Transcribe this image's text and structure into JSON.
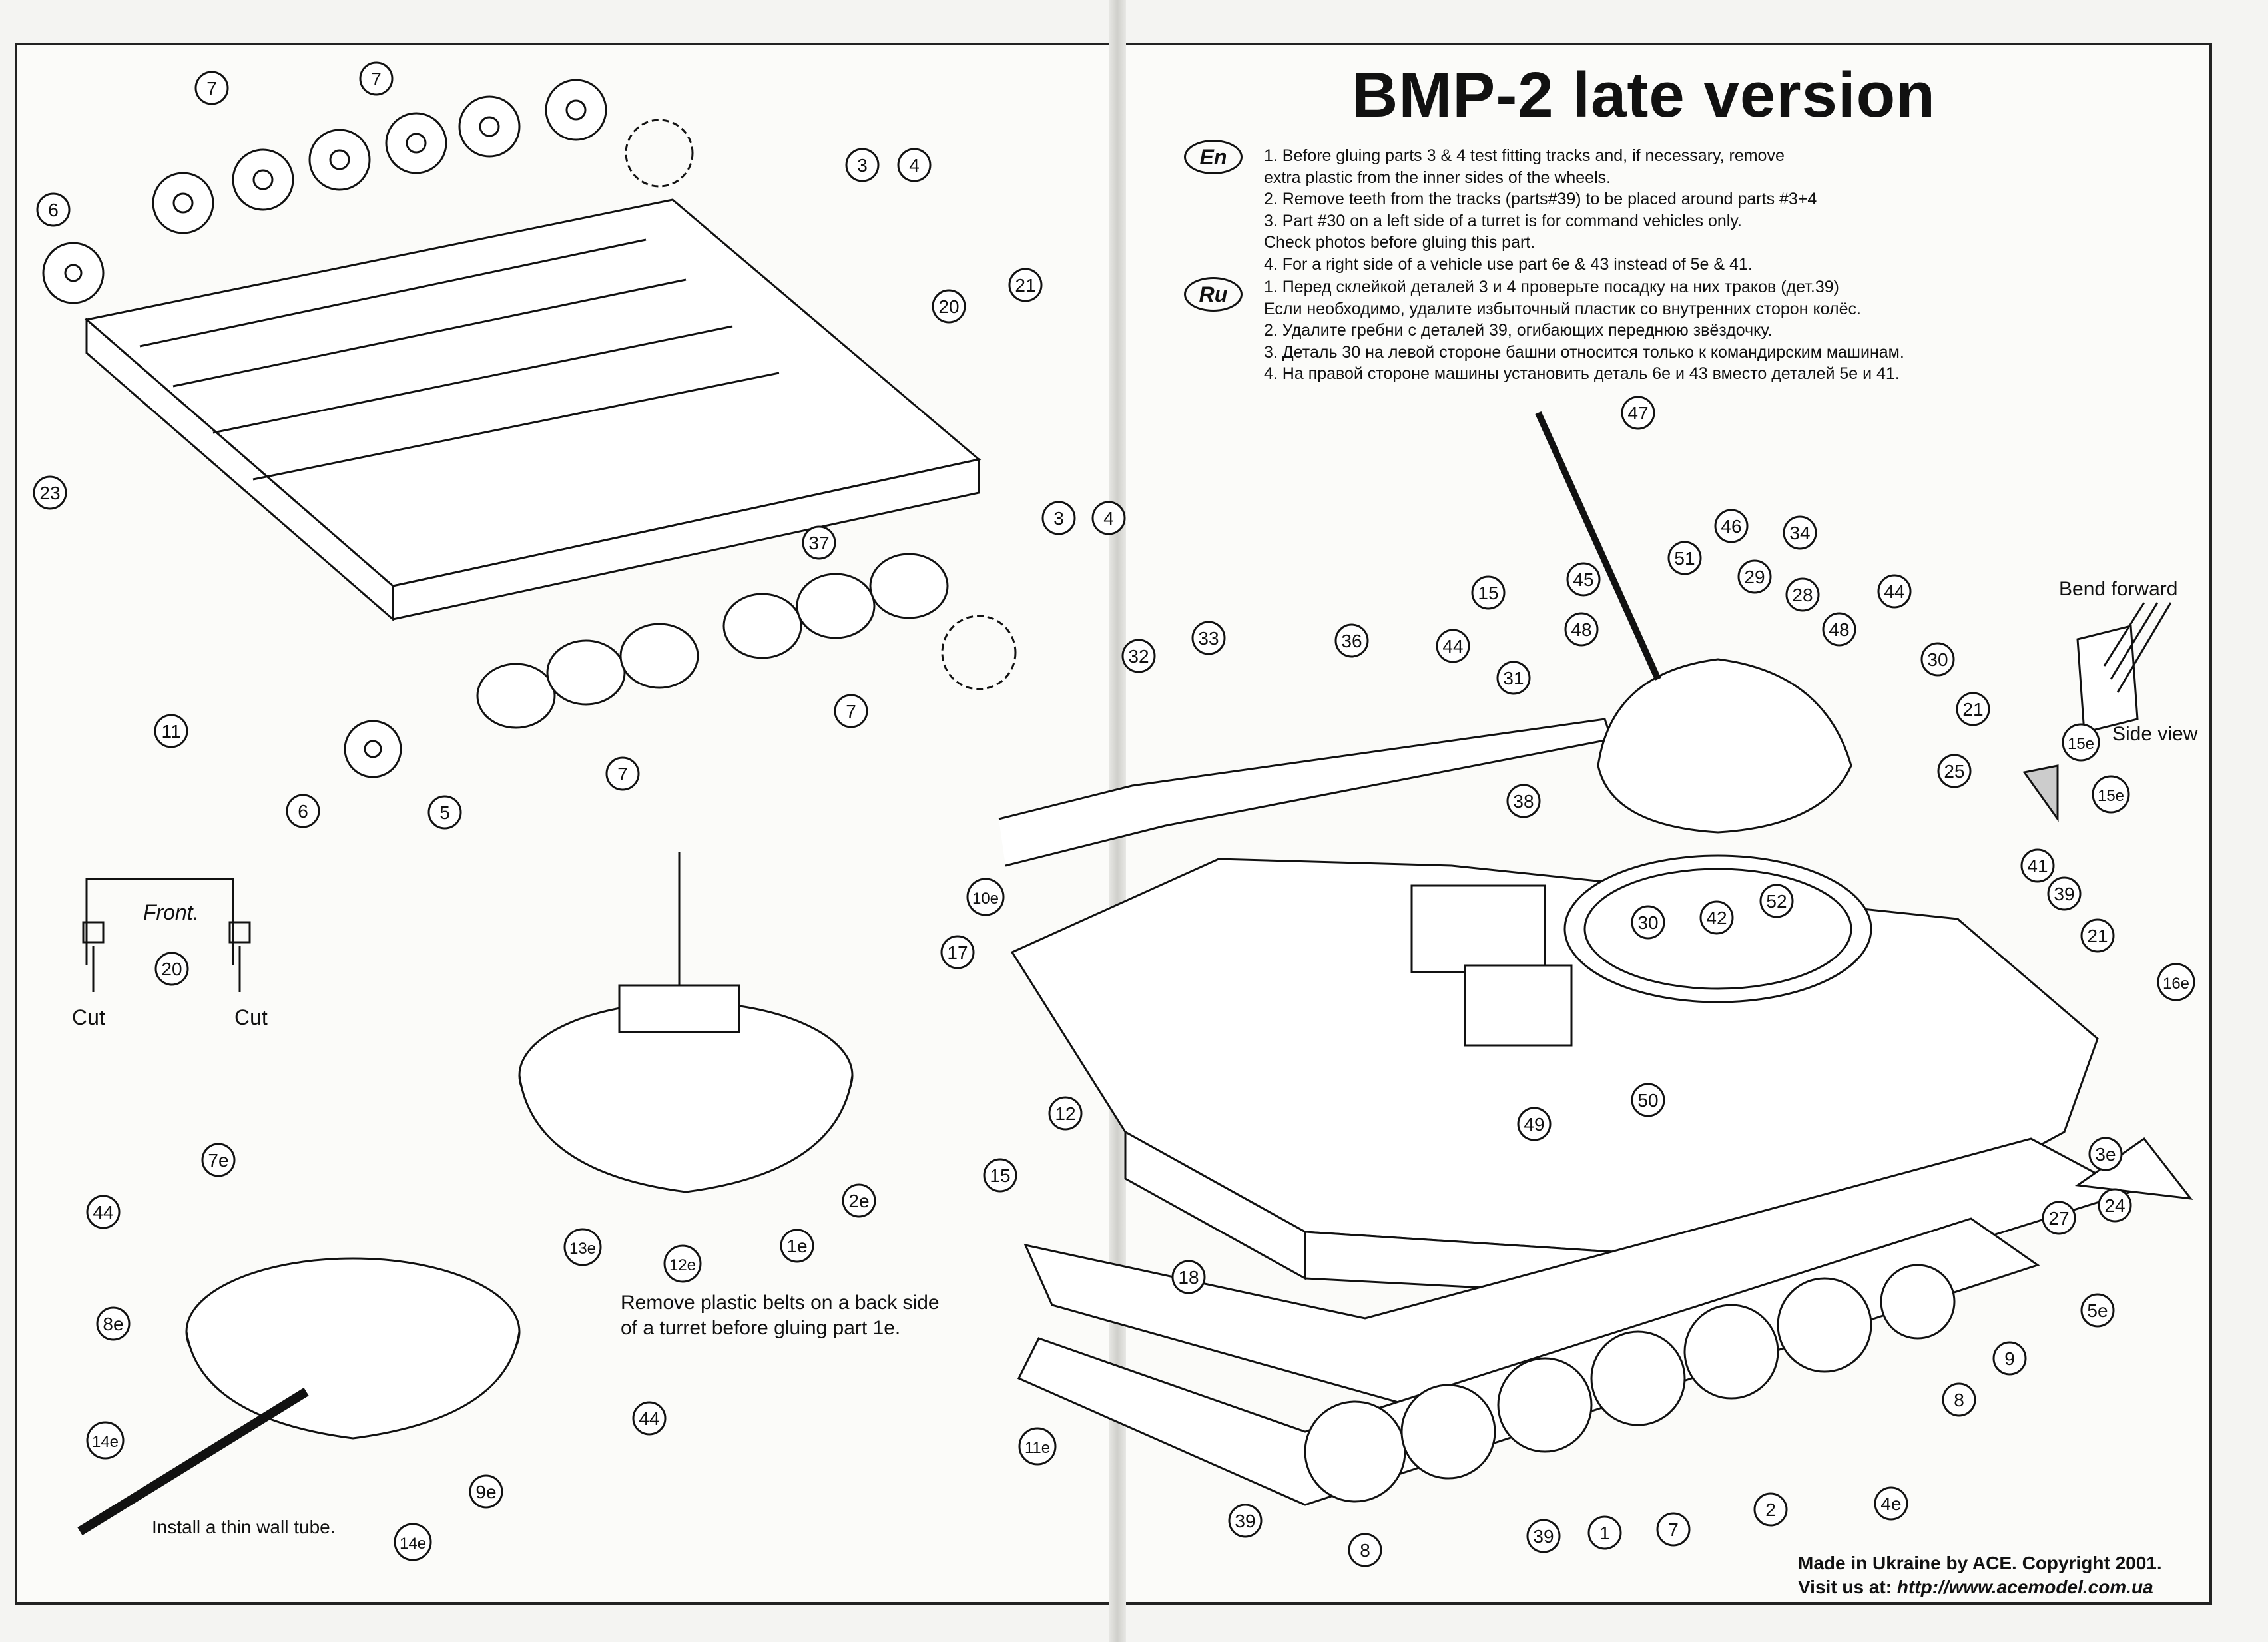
{
  "title": "BMP-2 late version",
  "languages": {
    "en": "En",
    "ru": "Ru"
  },
  "instructions": {
    "en": [
      "1. Before gluing parts 3 & 4 test fitting tracks and, if necessary, remove",
      "extra plastic from the inner sides of the wheels.",
      "2. Remove teeth from the tracks (parts#39) to be placed around parts #3+4",
      "3. Part #30 on a left side of a turret is for command vehicles only.",
      "Check photos before gluing this part.",
      "4. For a right side of a vehicle use part 6e & 43 instead of 5e & 41."
    ],
    "ru": [
      "1. Перед склейкой деталей 3 и 4 проверьте посадку на них траков (дет.39)",
      "Если необходимо, удалите избыточный пластик со внутренних сторон колёс.",
      "2. Удалите гребни с деталей 39, огибающих переднюю звёздочку.",
      "3. Деталь 30 на левой стороне башни относится только к командирским машинам.",
      "4. На правой стороне машины установить деталь 6е и 43 вместо деталей 5е и 41."
    ]
  },
  "notes": {
    "front": "Front.",
    "cut": "Cut",
    "remove_belts_1": "Remove plastic belts on a back side",
    "remove_belts_2": "of a turret before gluing part 1e.",
    "thin_tube": "Install a thin wall tube.",
    "bend_forward": "Bend forward",
    "side_view": "Side view"
  },
  "credits": {
    "made_in": "Made in Ukraine by ACE. Copyright 2001.",
    "visit_prefix": "Visit us at: ",
    "url": "http://www.acemodel.com.ua"
  },
  "callouts": [
    "7",
    "7",
    "6",
    "3",
    "4",
    "20",
    "21",
    "23",
    "37",
    "3",
    "4",
    "11",
    "6",
    "5",
    "7",
    "7",
    "20",
    "47",
    "46",
    "51",
    "34",
    "29",
    "45",
    "28",
    "48",
    "48",
    "15",
    "44",
    "44",
    "31",
    "30",
    "21",
    "32",
    "33",
    "36",
    "25",
    "38",
    "30",
    "42",
    "52",
    "41",
    "39",
    "21",
    "10e",
    "17",
    "16e",
    "15e",
    "15e",
    "12",
    "15",
    "49",
    "50",
    "3e",
    "27",
    "24",
    "5e",
    "18",
    "9",
    "8",
    "11e",
    "2",
    "4e",
    "39",
    "39",
    "1",
    "7",
    "8",
    "7e",
    "44",
    "8e",
    "14e",
    "13e",
    "12e",
    "1e",
    "2e",
    "44",
    "9e",
    "14e"
  ],
  "colors": {
    "ink": "#111111",
    "paper": "#fbfbf9",
    "gutter": "#d0d0cc"
  }
}
